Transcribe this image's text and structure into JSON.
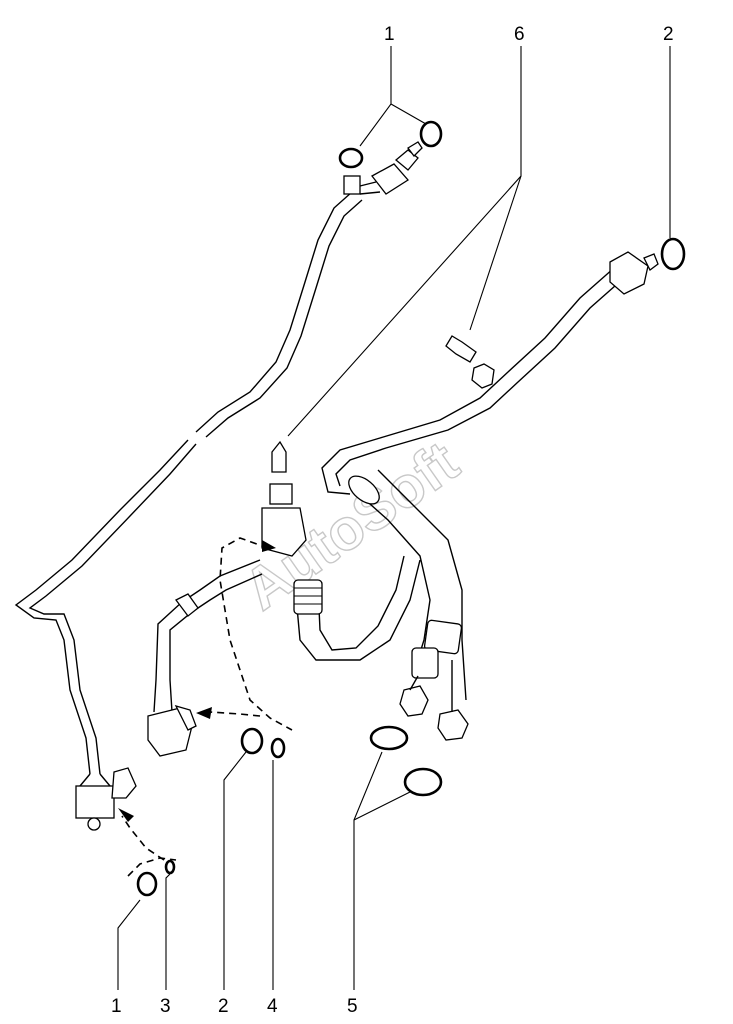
{
  "watermark": "AutoSoft",
  "callouts": {
    "top_1": "1",
    "top_6": "6",
    "top_2": "2",
    "bottom_1": "1",
    "bottom_3": "3",
    "bottom_2": "2",
    "bottom_4": "4",
    "bottom_5": "5"
  }
}
